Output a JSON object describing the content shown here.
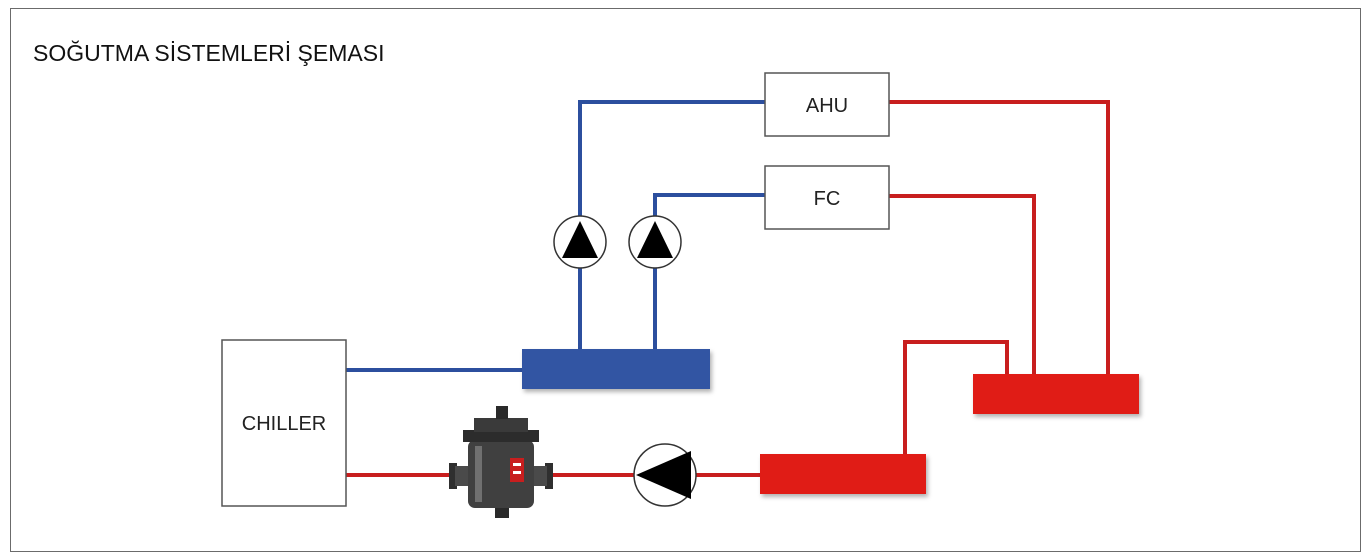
{
  "title": "SOĞUTMA SİSTEMLERİ ŞEMASI",
  "units": {
    "ahu": "AHU",
    "fc": "FC",
    "chiller": "CHILLER"
  },
  "colors": {
    "supply_pipe": "#2c4f9e",
    "return_pipe": "#c81e1e",
    "supply_header": "#3155a3",
    "return_header": "#e01b17"
  }
}
